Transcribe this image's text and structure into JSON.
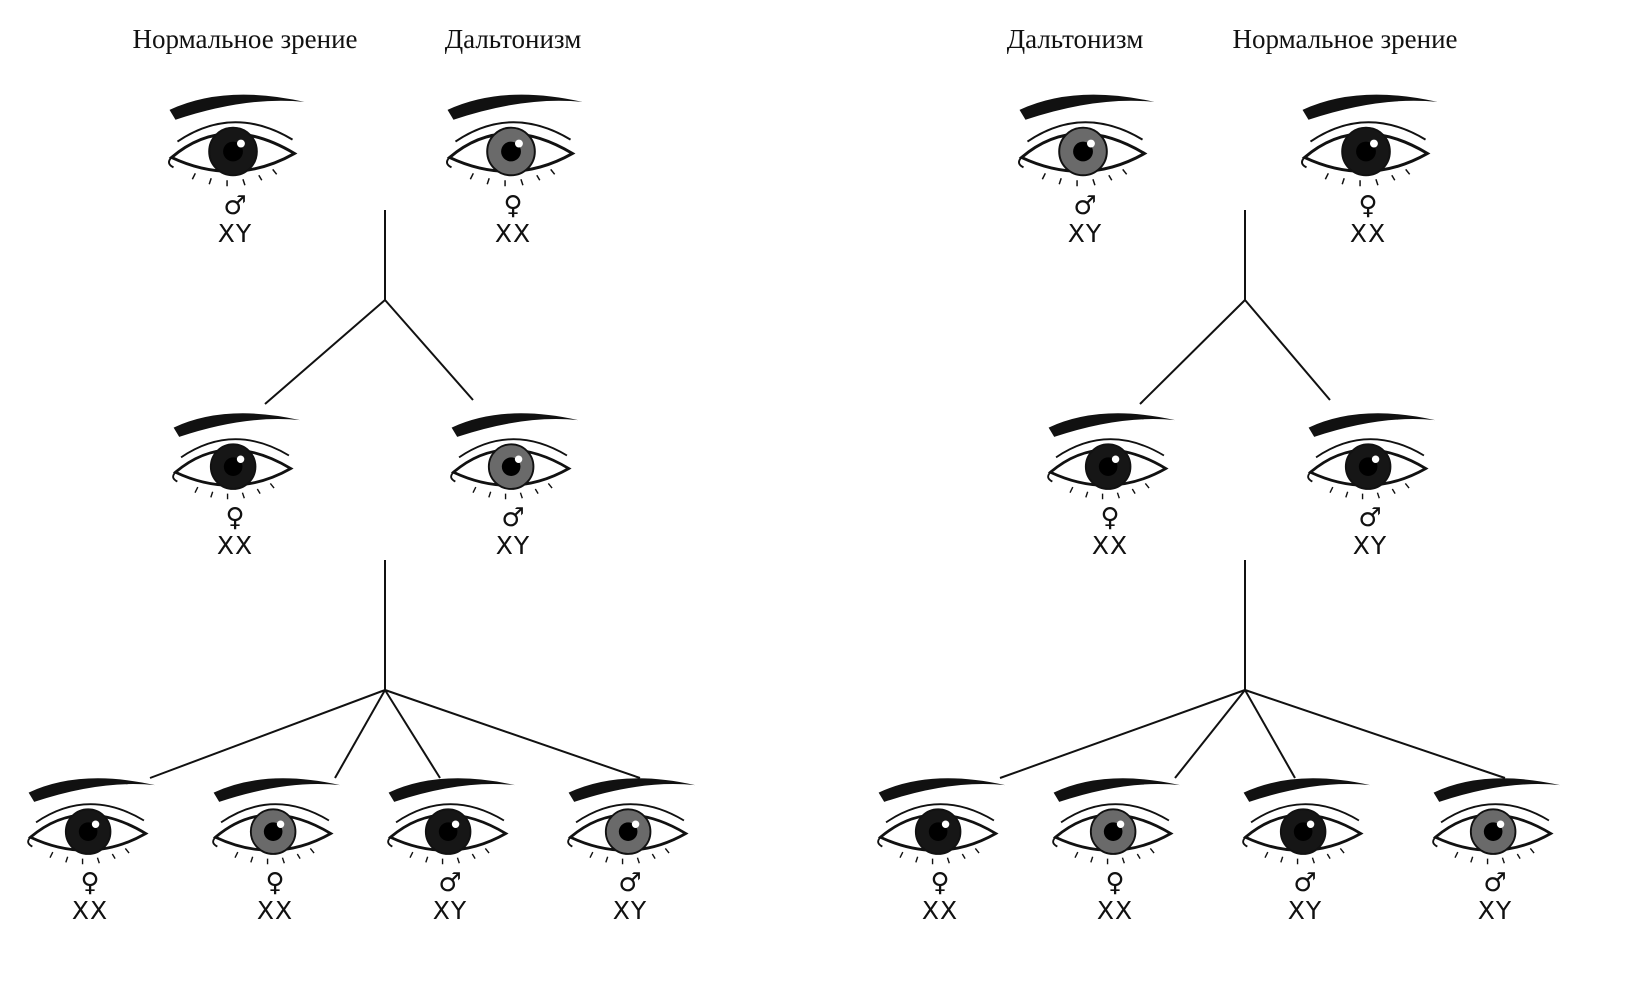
{
  "left_tree": {
    "heading_left": "Нормальное зрение",
    "heading_right": "Дальтонизм",
    "parents": [
      {
        "symbol": "♂",
        "genotype": "XY",
        "iris": "dark"
      },
      {
        "symbol": "♀",
        "genotype": "XX",
        "iris": "pale"
      }
    ],
    "children": [
      {
        "symbol": "♀",
        "genotype": "XX",
        "iris": "dark"
      },
      {
        "symbol": "♂",
        "genotype": "XY",
        "iris": "pale"
      }
    ],
    "grandchildren": [
      {
        "symbol": "♀",
        "genotype": "XX",
        "iris": "dark"
      },
      {
        "symbol": "♀",
        "genotype": "XX",
        "iris": "pale"
      },
      {
        "symbol": "♂",
        "genotype": "XY",
        "iris": "dark"
      },
      {
        "symbol": "♂",
        "genotype": "XY",
        "iris": "pale"
      }
    ]
  },
  "right_tree": {
    "heading_left": "Дальтонизм",
    "heading_right": "Нормальное зрение",
    "parents": [
      {
        "symbol": "♂",
        "genotype": "XY",
        "iris": "pale"
      },
      {
        "symbol": "♀",
        "genotype": "XX",
        "iris": "dark"
      }
    ],
    "children": [
      {
        "symbol": "♀",
        "genotype": "XX",
        "iris": "dark"
      },
      {
        "symbol": "♂",
        "genotype": "XY",
        "iris": "dark"
      }
    ],
    "grandchildren": [
      {
        "symbol": "♀",
        "genotype": "XX",
        "iris": "dark"
      },
      {
        "symbol": "♀",
        "genotype": "XX",
        "iris": "pale"
      },
      {
        "symbol": "♂",
        "genotype": "XY",
        "iris": "dark"
      },
      {
        "symbol": "♂",
        "genotype": "XY",
        "iris": "pale"
      }
    ]
  },
  "colors": {
    "ink": "#111111",
    "dark_iris": "#161616",
    "pale_iris": "#6a6a6a"
  }
}
